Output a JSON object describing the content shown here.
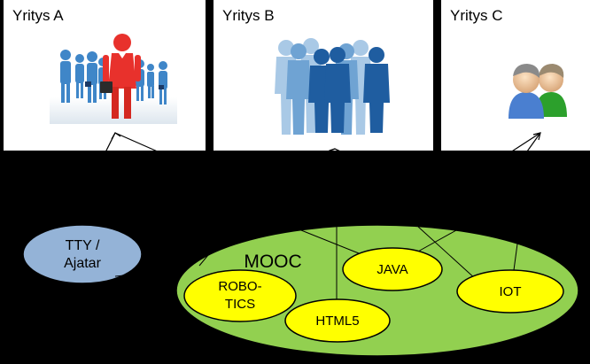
{
  "companies": {
    "a": {
      "label": "Yritys A",
      "picture": "business-people-figures"
    },
    "b": {
      "label": "Yritys B",
      "picture": "people-silhouettes"
    },
    "c": {
      "label": "Yritys C",
      "picture": "user-pair-icon"
    }
  },
  "tty_node": {
    "line1": "TTY /",
    "line2": "Ajatar"
  },
  "mooc": {
    "label": "MOOC",
    "topics": {
      "robotics": {
        "line1": "ROBO-",
        "line2": "TICS"
      },
      "html5": "HTML5",
      "java": "JAVA",
      "iot": "IOT"
    }
  },
  "colors": {
    "background": "#000000",
    "box": "#ffffff",
    "tty_fill": "#94b3d7",
    "mooc_fill": "#92d050",
    "topic_fill": "#ffff00",
    "figure_blue": "#3f86c8",
    "figure_red": "#e8312c",
    "silhouette_light": "#9ac0e0",
    "silhouette_dark": "#1f5da0",
    "user_green": "#2ca02c",
    "user_blue": "#4a7fd0"
  }
}
